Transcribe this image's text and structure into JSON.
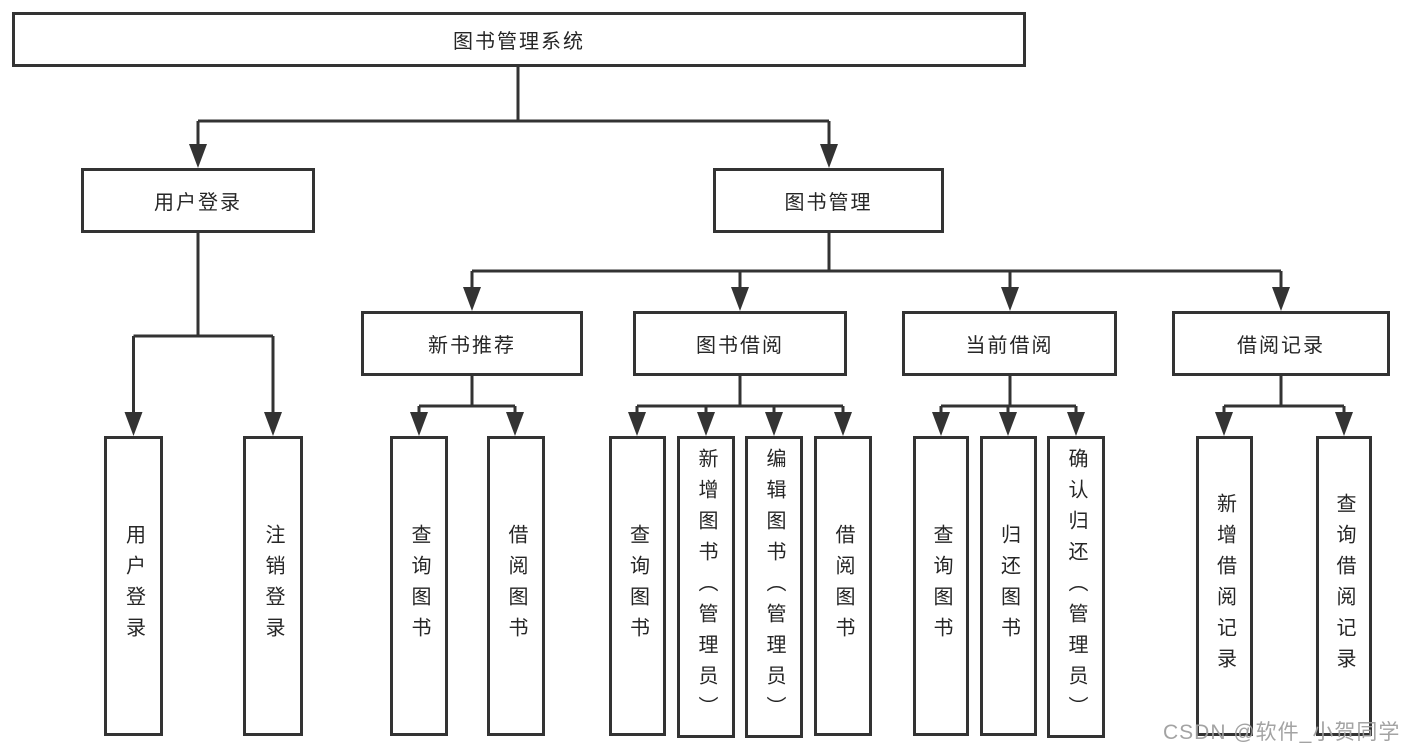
{
  "diagram": {
    "root": "图书管理系统",
    "branches": {
      "user_login": "用户登录",
      "book_mgmt": "图书管理"
    },
    "modules": {
      "new_book_rec": "新书推荐",
      "book_borrow": "图书借阅",
      "current_borrow": "当前借阅",
      "borrow_record": "借阅记录"
    },
    "leaves": {
      "user_login": [
        "用户登录",
        "注销登录"
      ],
      "new_book_rec": [
        "查询图书",
        "借阅图书"
      ],
      "book_borrow": [
        "查询图书",
        "新增图书（管理员）",
        "编辑图书（管理员）",
        "借阅图书"
      ],
      "current_borrow": [
        "查询图书",
        "归还图书",
        "确认归还（管理员）"
      ],
      "borrow_record": [
        "新增借阅记录",
        "查询借阅记录"
      ]
    }
  },
  "watermark": "CSDN @软件_小贺同学",
  "colors": {
    "line": "#333333",
    "box_border": "#333333",
    "box_fill": "#ffffff",
    "text": "#262626",
    "background": "#ffffff",
    "watermark": "#9e9e9e"
  }
}
